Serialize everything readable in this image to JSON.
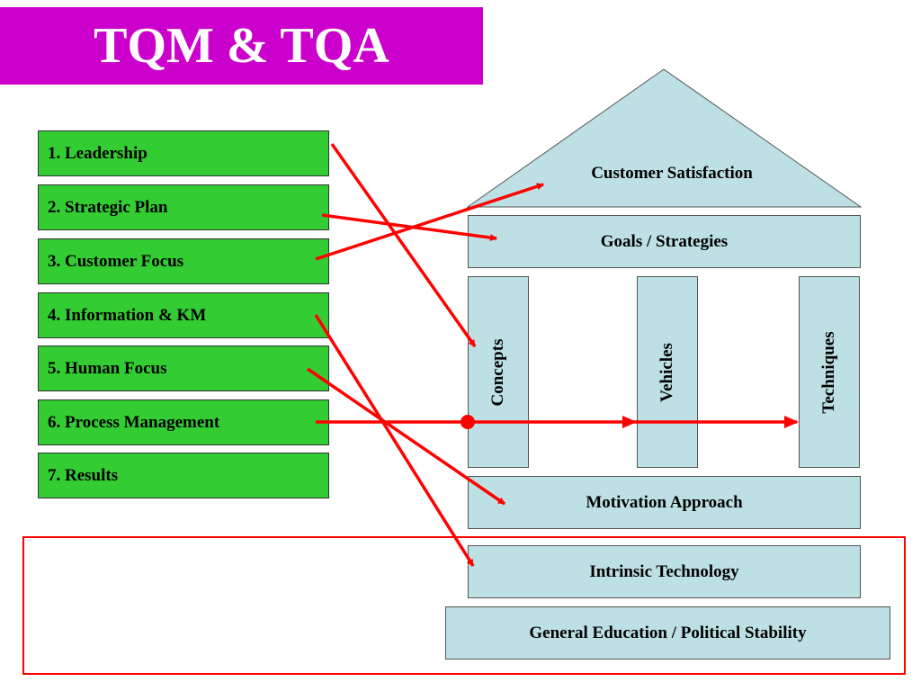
{
  "title": "TQM & TQA",
  "criteria": [
    "1. Leadership",
    "2. Strategic Plan",
    "3. Customer Focus",
    "4. Information & KM",
    "5. Human Focus",
    "6. Process Management",
    "7. Results"
  ],
  "house": {
    "roof": "Customer Satisfaction",
    "beam": "Goals / Strategies",
    "pillars": [
      "Concepts",
      "Vehicles",
      "Techniques"
    ],
    "motivation": "Motivation Approach",
    "technology": "Intrinsic Technology",
    "foundation": "General Education / Political Stability"
  },
  "colors": {
    "title_bg": "#cc00cc",
    "criteria_bg": "#33cc33",
    "house_bg": "#bde0e4",
    "arrow": "#ff0000"
  }
}
